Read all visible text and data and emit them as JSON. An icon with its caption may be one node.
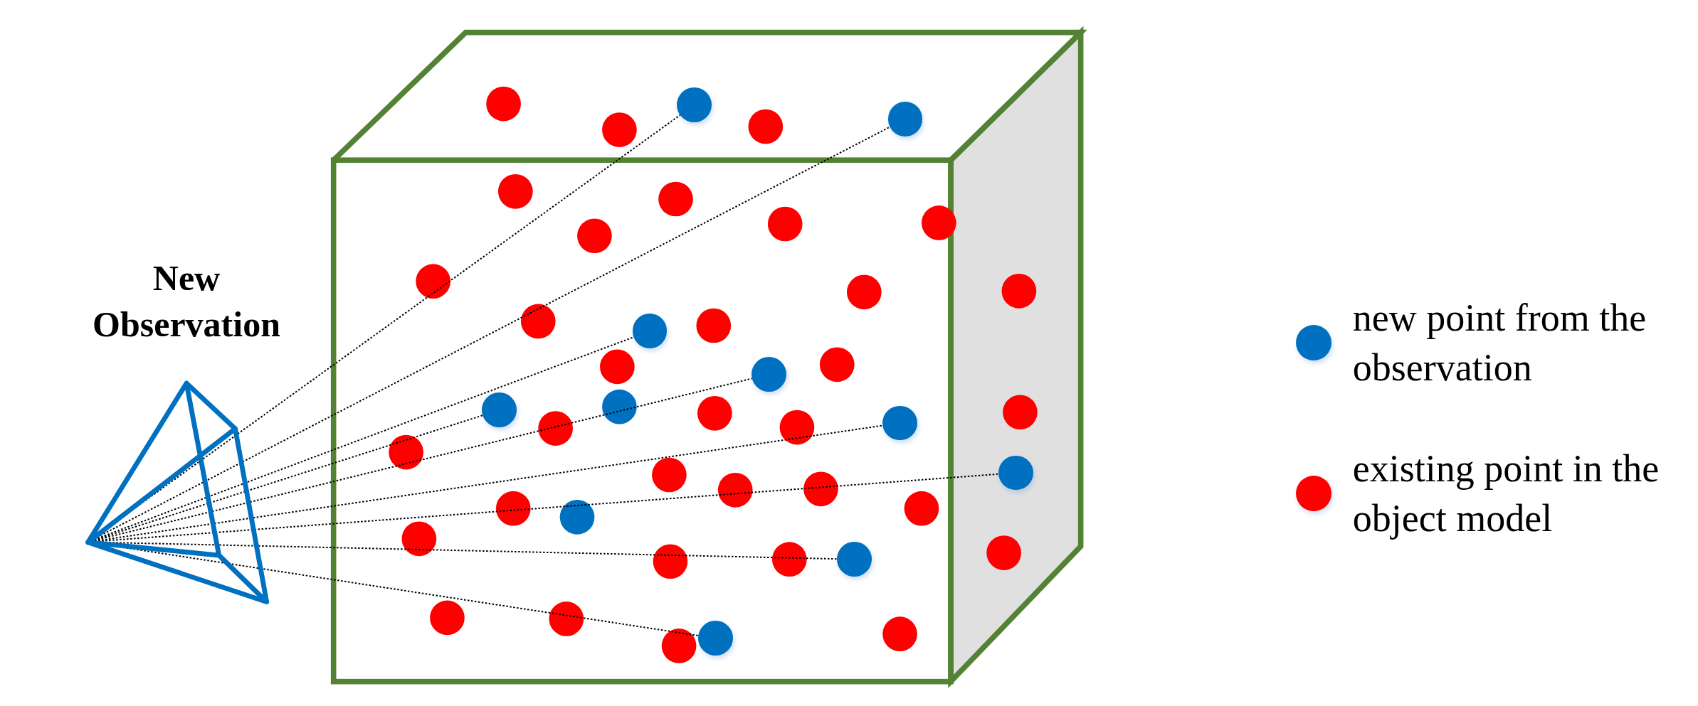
{
  "diagram": {
    "nodes": [
      {
        "text": [
          "New Observation"
        ]
      },
      {
        "text": [],
        "shape": "circle"
      },
      {
        "text": [],
        "shape": "circle"
      },
      {
        "text": [],
        "shape": "circle"
      },
      {
        "text": [],
        "shape": "circle"
      },
      {
        "text": [],
        "shape": "circle"
      },
      {
        "text": [],
        "shape": "circle"
      },
      {
        "text": [],
        "shape": "circle"
      },
      {
        "text": [],
        "shape": "circle"
      },
      {
        "text": [],
        "shape": "circle"
      }
    ],
    "edges": [
      {
        "from": 0,
        "to": 1,
        "arrow": "none"
      },
      {
        "from": 0,
        "to": 2,
        "arrow": "none"
      },
      {
        "from": 0,
        "to": 3,
        "arrow": "none"
      },
      {
        "from": 0,
        "to": 4,
        "arrow": "none"
      },
      {
        "from": 0,
        "to": 5,
        "arrow": "none"
      },
      {
        "from": 0,
        "to": 6,
        "arrow": "none"
      },
      {
        "from": 0,
        "to": 7,
        "arrow": "none"
      },
      {
        "from": 0,
        "to": 8,
        "arrow": "none"
      },
      {
        "from": 0,
        "to": 9,
        "arrow": "none"
      }
    ],
    "legend": [
      {
        "text": "new point from the observation",
        "color": "#0070c0"
      },
      {
        "text": "existing point in the object model",
        "color": "#ff0000"
      }
    ]
  }
}
